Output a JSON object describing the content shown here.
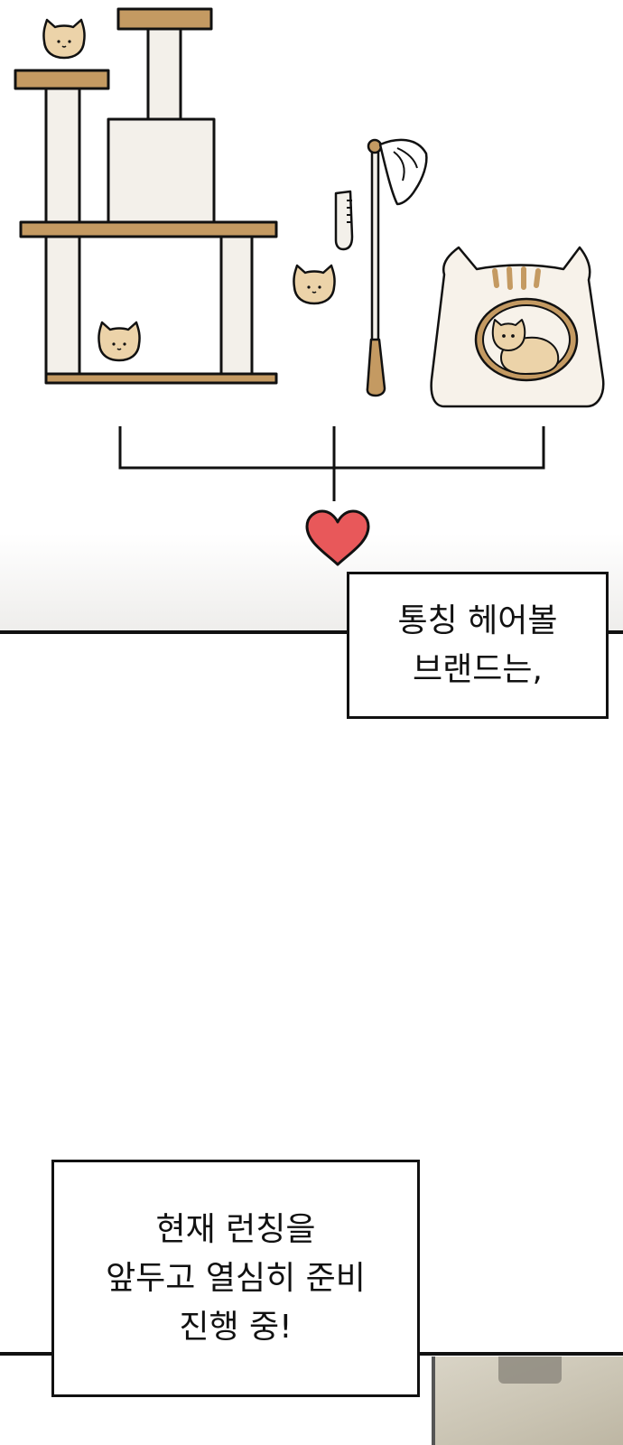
{
  "captions": {
    "top_lines": [
      "통칭 헤어볼",
      "브랜드는,"
    ],
    "bottom_lines": [
      "현재 런칭을",
      "앞두고 열심히 준비",
      "진행 중!"
    ]
  },
  "icons": [
    "cat-tower-illustration",
    "cat-head-icon",
    "comb-icon",
    "feather-wand-icon",
    "cat-house-icon",
    "bracket-connector",
    "heart-icon"
  ],
  "colors": {
    "wood": "#c49a62",
    "post": "#f3f0ea",
    "cat": "#ecd3a9",
    "heart": "#e8585a",
    "outline": "#111111",
    "house": "#f7f2ea"
  }
}
